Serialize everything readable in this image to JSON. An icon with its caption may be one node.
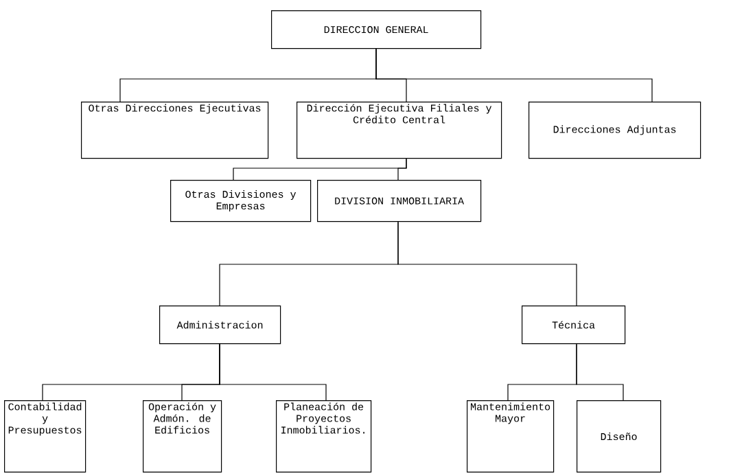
{
  "diagram": {
    "nodes": [
      {
        "text": [
          "DIRECCION GENERAL"
        ]
      },
      {
        "text": [
          "Otras Direcciones Ejecutivas"
        ]
      },
      {
        "text": [
          "Dirección Ejecutiva Filiales y Crédito Central"
        ]
      },
      {
        "text": [
          "Direcciones Adjuntas"
        ]
      },
      {
        "text": [
          "Otras Divisiones y Empresas"
        ]
      },
      {
        "text": [
          "DIVISION INMOBILIARIA"
        ]
      },
      {
        "text": [
          "Administracion"
        ]
      },
      {
        "text": [
          "Técnica"
        ]
      },
      {
        "text": [
          "Contabilidad y Presupuestos"
        ]
      },
      {
        "text": [
          "Operación y Admón. de Edificios"
        ]
      },
      {
        "text": [
          "Planeación de Proyectos Inmobiliarios."
        ]
      },
      {
        "text": [
          "Mantenimiento Mayor"
        ]
      },
      {
        "text": [
          "Diseño"
        ]
      }
    ],
    "edges": [
      {
        "from": 0,
        "to": 1,
        "arrow": "none"
      },
      {
        "from": 0,
        "to": 2,
        "arrow": "none"
      },
      {
        "from": 0,
        "to": 3,
        "arrow": "none"
      },
      {
        "from": 2,
        "to": 4,
        "arrow": "none"
      },
      {
        "from": 2,
        "to": 5,
        "arrow": "none"
      },
      {
        "from": 5,
        "to": 6,
        "arrow": "none"
      },
      {
        "from": 5,
        "to": 7,
        "arrow": "none"
      },
      {
        "from": 6,
        "to": 8,
        "arrow": "none"
      },
      {
        "from": 6,
        "to": 9,
        "arrow": "none"
      },
      {
        "from": 6,
        "to": 10,
        "arrow": "none"
      },
      {
        "from": 7,
        "to": 11,
        "arrow": "none"
      },
      {
        "from": 7,
        "to": 12,
        "arrow": "none"
      }
    ]
  }
}
